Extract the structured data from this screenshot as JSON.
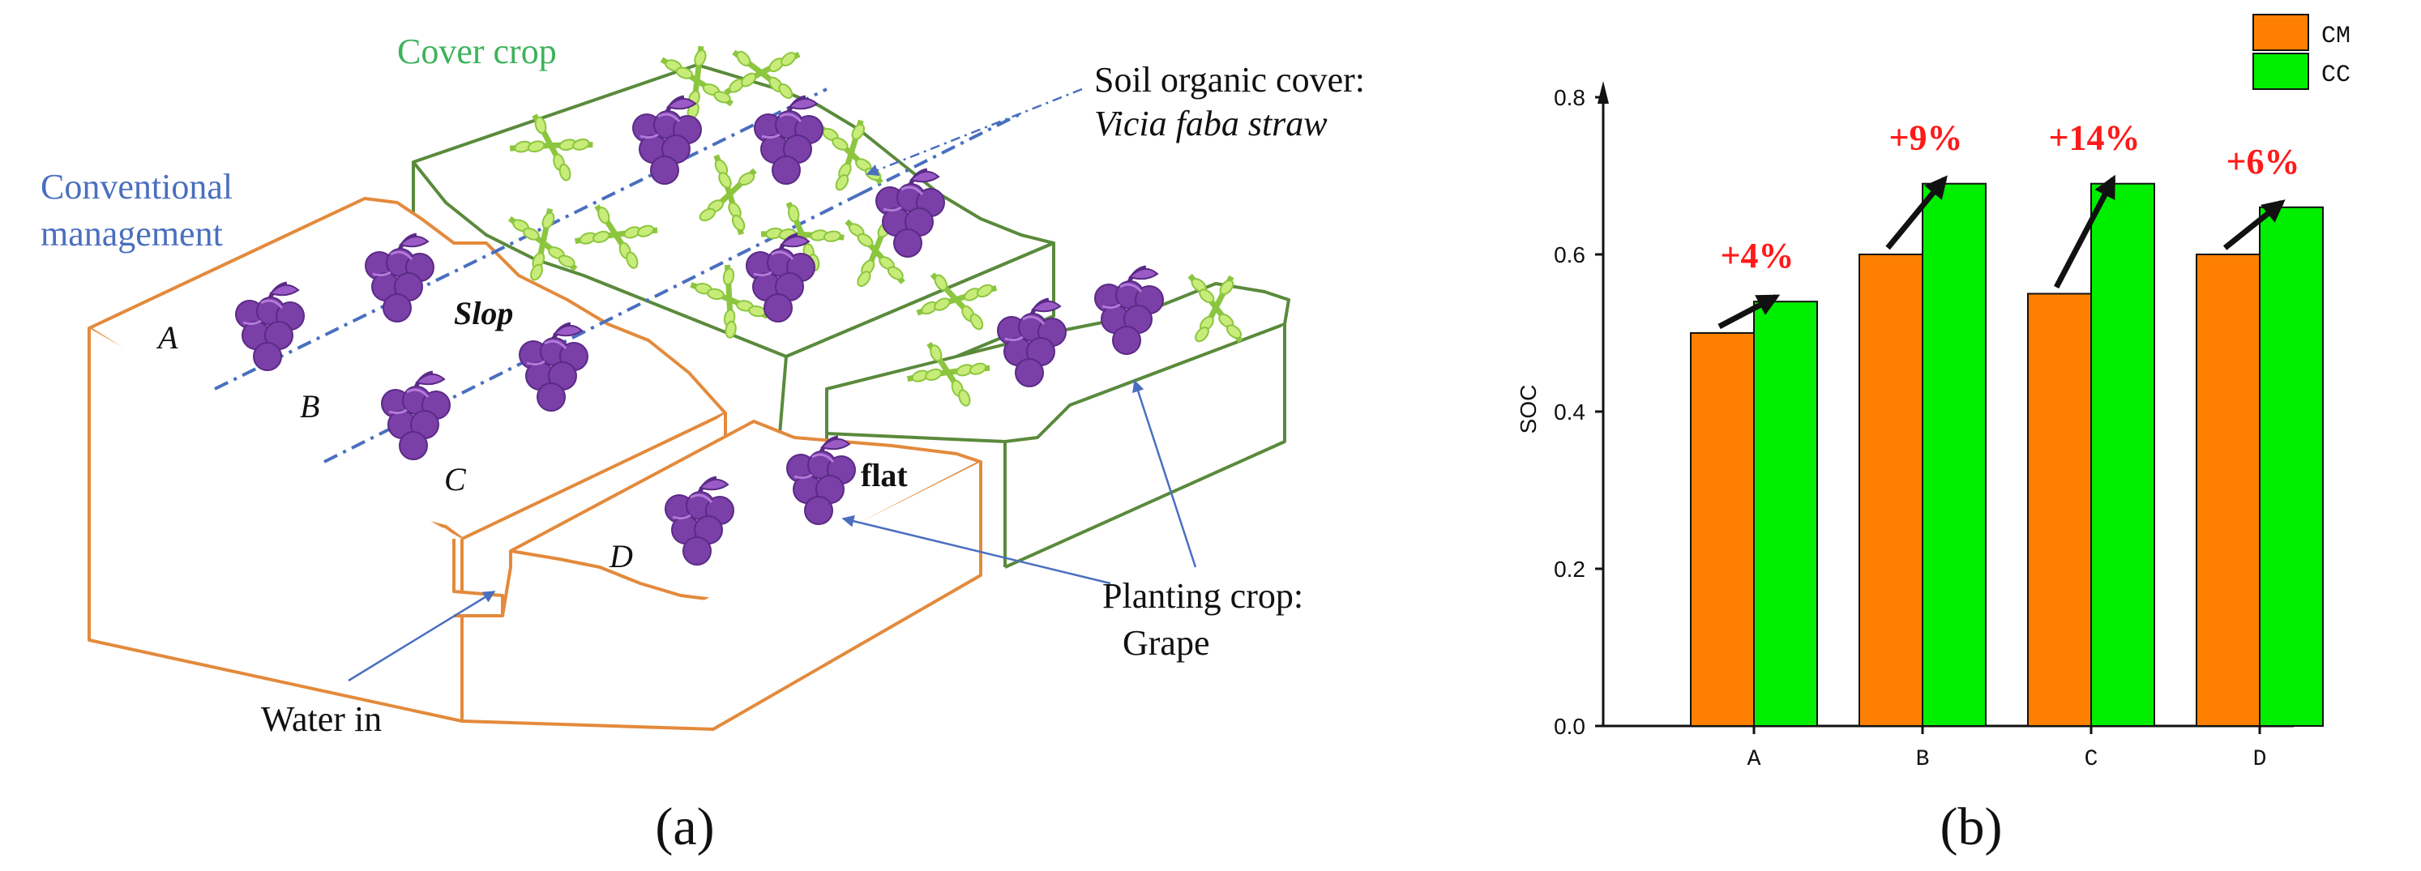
{
  "panel_a": {
    "cover_crop_label": "Cover crop",
    "conventional_label_1": "Conventional",
    "conventional_label_2": "management",
    "soil_cover_label_1": "Soil organic cover:",
    "soil_cover_label_2": "Vicia faba straw",
    "slop_label": "Slop",
    "flat_label": "flat",
    "site_a": "A",
    "site_b": "B",
    "site_c": "C",
    "site_d": "D",
    "planting_label_1": "Planting crop:",
    "planting_label_2": "Grape",
    "water_label": "Water in",
    "caption": "(a)",
    "colors": {
      "conventional_outline": "#e38a3c",
      "cover_outline": "#5a8a3c",
      "grape": "#7b3fa8",
      "grape_dark": "#5a2a86",
      "straw": "#a8d84a",
      "dashed_line": "#4a6fbf"
    },
    "icons": [
      "grape-icon",
      "straw-icon"
    ]
  },
  "panel_b": {
    "caption": "(b)",
    "chart_data": {
      "type": "bar",
      "categories": [
        "A",
        "B",
        "C",
        "D"
      ],
      "series": [
        {
          "name": "CM",
          "values": [
            0.5,
            0.6,
            0.55,
            0.6
          ],
          "color": "#ff8000"
        },
        {
          "name": "CC",
          "values": [
            0.54,
            0.69,
            0.69,
            0.66
          ],
          "color": "#00ee00"
        }
      ],
      "annotations": [
        "+4%",
        "+9%",
        "+14%",
        "+6%"
      ],
      "annotation_color": "#ff1a1a",
      "ylabel": "SOC",
      "xlabel": "",
      "ylim": [
        0,
        0.8
      ],
      "yticks": [
        "0.0",
        "0.2",
        "0.4",
        "0.6",
        "0.8"
      ],
      "legend_position": "top-right",
      "grid": false
    }
  }
}
